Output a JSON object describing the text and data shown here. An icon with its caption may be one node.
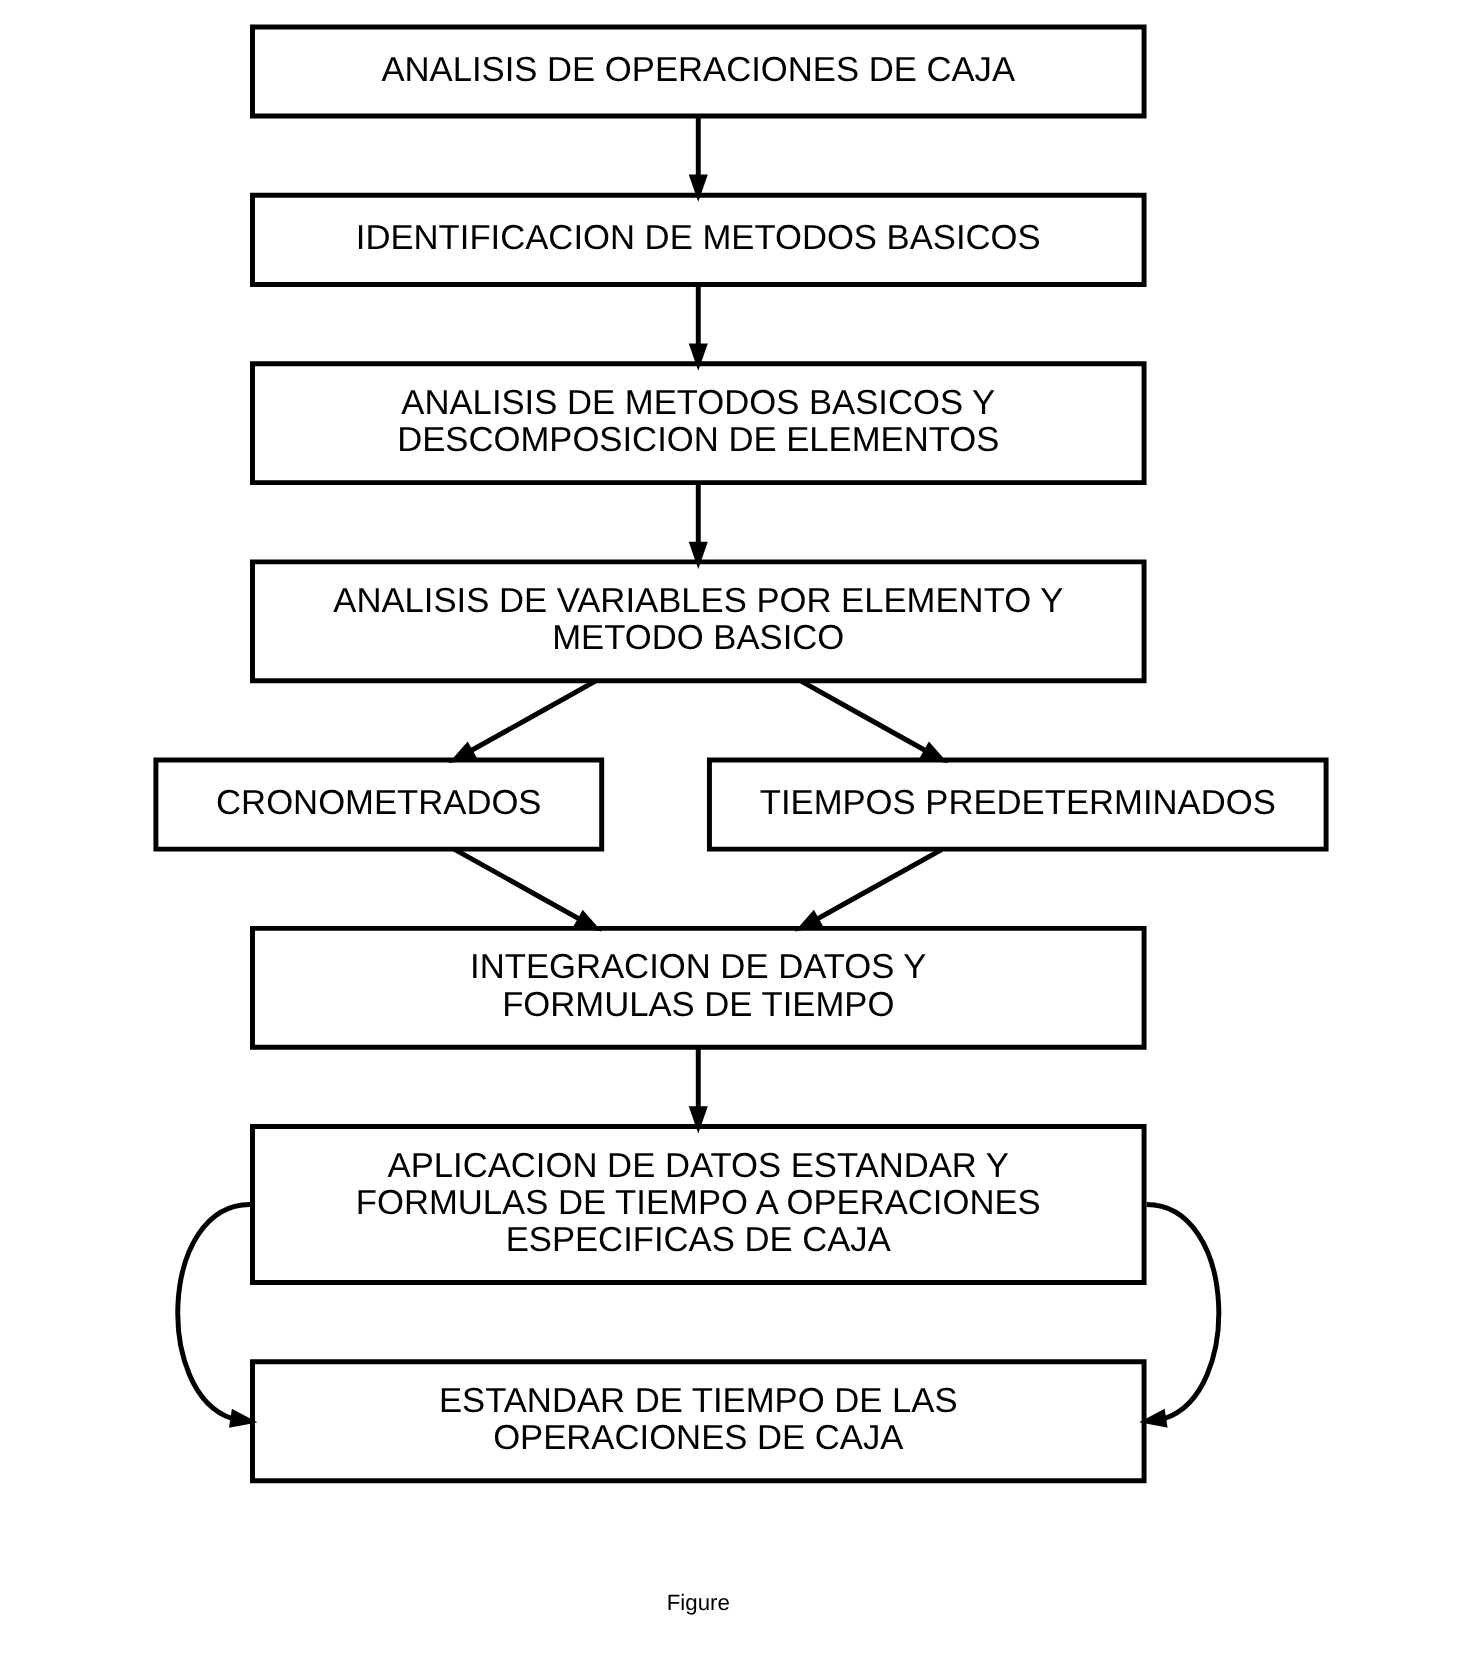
{
  "diagram": {
    "nodes": [
      {
        "text": [
          "ANALISIS DE OPERACIONES DE CAJA"
        ]
      },
      {
        "text": [
          "IDENTIFICACION DE METODOS BASICOS"
        ]
      },
      {
        "text": [
          "ANALISIS DE METODOS BASICOS Y DESCOMPOSICION DE ELEMENTOS"
        ]
      },
      {
        "text": [
          "ANALISIS DE VARIABLES POR ELEMENTO Y METODO BASICO"
        ]
      },
      {
        "text": [
          "CRONOMETRADOS"
        ]
      },
      {
        "text": [
          "TIEMPOS PREDETERMINADOS"
        ]
      },
      {
        "text": [
          "INTEGRACION DE DATOS Y FORMULAS DE TIEMPO"
        ]
      },
      {
        "text": [
          "APLICACION DE DATOS ESTANDAR Y FORMULAS DE TIEMPO A OPERACIONES ESPECIFICAS DE CAJA"
        ]
      },
      {
        "text": [
          "ESTANDAR DE TIEMPO DE LAS OPERACIONES DE CAJA"
        ]
      }
    ],
    "edges": [
      {
        "from": 0,
        "to": 1,
        "arrow": "to"
      },
      {
        "from": 1,
        "to": 2,
        "arrow": "to"
      },
      {
        "from": 2,
        "to": 3,
        "arrow": "to"
      },
      {
        "from": 3,
        "to": 4,
        "arrow": "to"
      },
      {
        "from": 3,
        "to": 5,
        "arrow": "to"
      },
      {
        "from": 4,
        "to": 6,
        "arrow": "to"
      },
      {
        "from": 5,
        "to": 6,
        "arrow": "to"
      },
      {
        "from": 6,
        "to": 7,
        "arrow": "to"
      },
      {
        "from": 7,
        "to": 8,
        "arrow": "to"
      },
      {
        "from": 7,
        "to": 8,
        "arrow": "to"
      }
    ],
    "labels": [
      "Figure"
    ]
  }
}
